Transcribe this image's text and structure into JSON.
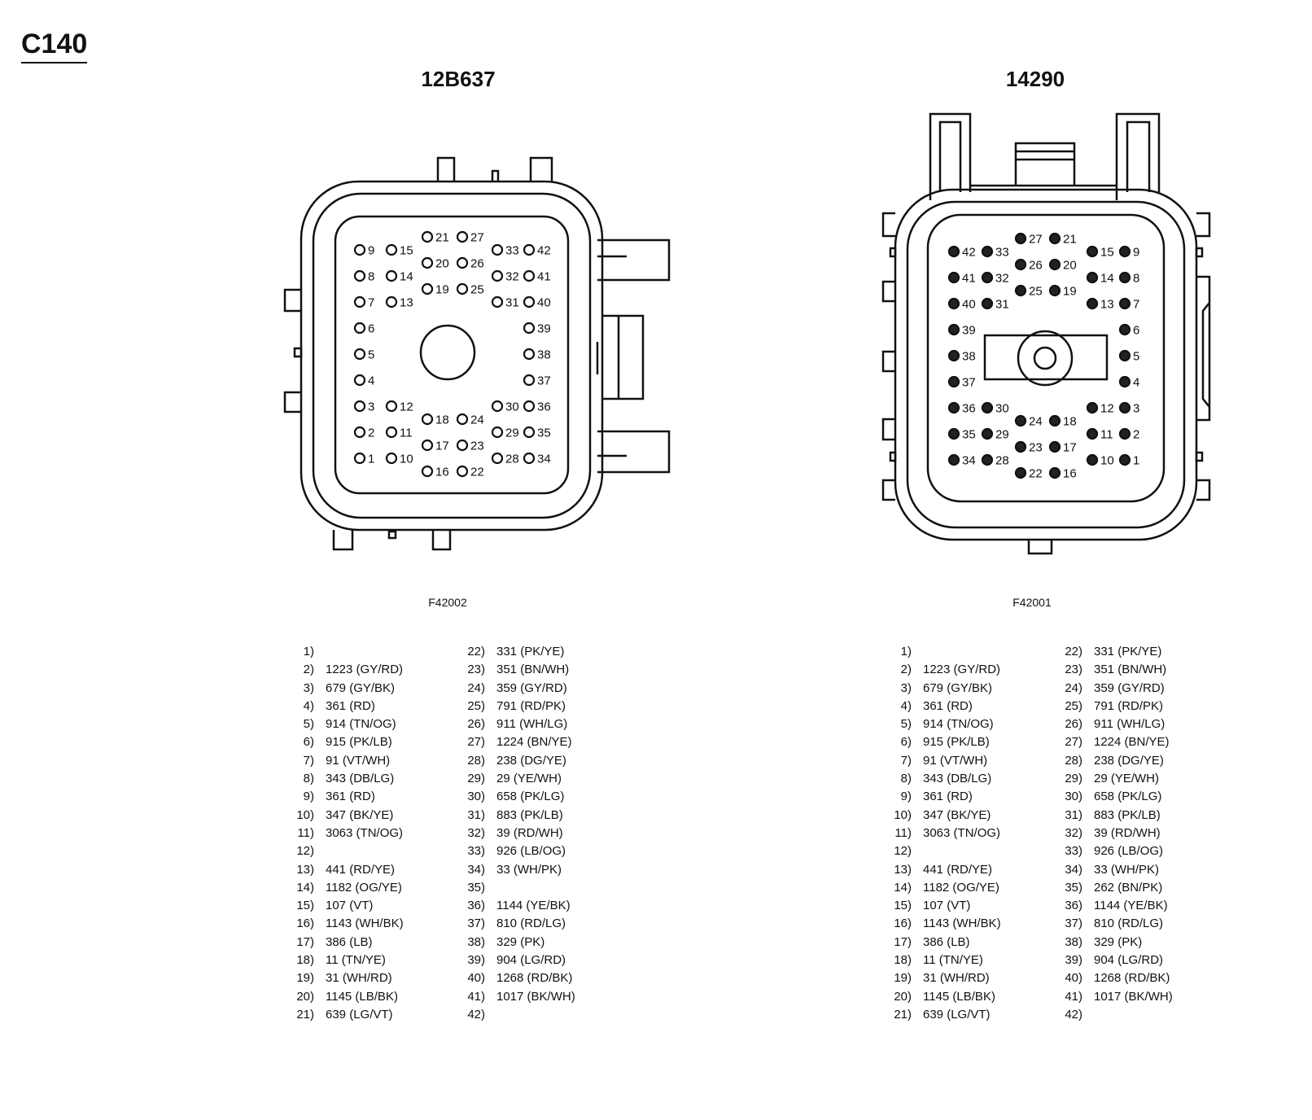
{
  "page": {
    "title": "C140"
  },
  "connectors": [
    {
      "title": "12B637",
      "figure_id": "F42002",
      "pin_style": "open",
      "pins": [
        {
          "n": "1",
          "w": ""
        },
        {
          "n": "2",
          "w": "1223 (GY/RD)"
        },
        {
          "n": "3",
          "w": "679 (GY/BK)"
        },
        {
          "n": "4",
          "w": "361 (RD)"
        },
        {
          "n": "5",
          "w": "914 (TN/OG)"
        },
        {
          "n": "6",
          "w": "915 (PK/LB)"
        },
        {
          "n": "7",
          "w": "91 (VT/WH)"
        },
        {
          "n": "8",
          "w": "343 (DB/LG)"
        },
        {
          "n": "9",
          "w": "361 (RD)"
        },
        {
          "n": "10",
          "w": "347 (BK/YE)"
        },
        {
          "n": "11",
          "w": "3063 (TN/OG)"
        },
        {
          "n": "12",
          "w": ""
        },
        {
          "n": "13",
          "w": "441 (RD/YE)"
        },
        {
          "n": "14",
          "w": "1182 (OG/YE)"
        },
        {
          "n": "15",
          "w": "107 (VT)"
        },
        {
          "n": "16",
          "w": "1143 (WH/BK)"
        },
        {
          "n": "17",
          "w": "386 (LB)"
        },
        {
          "n": "18",
          "w": "11 (TN/YE)"
        },
        {
          "n": "19",
          "w": "31 (WH/RD)"
        },
        {
          "n": "20",
          "w": "1145 (LB/BK)"
        },
        {
          "n": "21",
          "w": "639 (LG/VT)"
        },
        {
          "n": "22",
          "w": "331 (PK/YE)"
        },
        {
          "n": "23",
          "w": "351 (BN/WH)"
        },
        {
          "n": "24",
          "w": "359 (GY/RD)"
        },
        {
          "n": "25",
          "w": "791 (RD/PK)"
        },
        {
          "n": "26",
          "w": "911 (WH/LG)"
        },
        {
          "n": "27",
          "w": "1224 (BN/YE)"
        },
        {
          "n": "28",
          "w": "238 (DG/YE)"
        },
        {
          "n": "29",
          "w": "29 (YE/WH)"
        },
        {
          "n": "30",
          "w": "658 (PK/LG)"
        },
        {
          "n": "31",
          "w": "883 (PK/LB)"
        },
        {
          "n": "32",
          "w": "39 (RD/WH)"
        },
        {
          "n": "33",
          "w": "926 (LB/OG)"
        },
        {
          "n": "34",
          "w": "33 (WH/PK)"
        },
        {
          "n": "35",
          "w": ""
        },
        {
          "n": "36",
          "w": "1144 (YE/BK)"
        },
        {
          "n": "37",
          "w": "810 (RD/LG)"
        },
        {
          "n": "38",
          "w": "329 (PK)"
        },
        {
          "n": "39",
          "w": "904 (LG/RD)"
        },
        {
          "n": "40",
          "w": "1268 (RD/BK)"
        },
        {
          "n": "41",
          "w": "1017 (BK/WH)"
        },
        {
          "n": "42",
          "w": ""
        }
      ]
    },
    {
      "title": "14290",
      "figure_id": "F42001",
      "pin_style": "filled",
      "pins": [
        {
          "n": "1",
          "w": ""
        },
        {
          "n": "2",
          "w": "1223 (GY/RD)"
        },
        {
          "n": "3",
          "w": "679 (GY/BK)"
        },
        {
          "n": "4",
          "w": "361 (RD)"
        },
        {
          "n": "5",
          "w": "914 (TN/OG)"
        },
        {
          "n": "6",
          "w": "915 (PK/LB)"
        },
        {
          "n": "7",
          "w": "91 (VT/WH)"
        },
        {
          "n": "8",
          "w": "343 (DB/LG)"
        },
        {
          "n": "9",
          "w": "361 (RD)"
        },
        {
          "n": "10",
          "w": "347 (BK/YE)"
        },
        {
          "n": "11",
          "w": "3063 (TN/OG)"
        },
        {
          "n": "12",
          "w": ""
        },
        {
          "n": "13",
          "w": "441 (RD/YE)"
        },
        {
          "n": "14",
          "w": "1182 (OG/YE)"
        },
        {
          "n": "15",
          "w": "107 (VT)"
        },
        {
          "n": "16",
          "w": "1143 (WH/BK)"
        },
        {
          "n": "17",
          "w": "386 (LB)"
        },
        {
          "n": "18",
          "w": "11 (TN/YE)"
        },
        {
          "n": "19",
          "w": "31 (WH/RD)"
        },
        {
          "n": "20",
          "w": "1145 (LB/BK)"
        },
        {
          "n": "21",
          "w": "639 (LG/VT)"
        },
        {
          "n": "22",
          "w": "331 (PK/YE)"
        },
        {
          "n": "23",
          "w": "351 (BN/WH)"
        },
        {
          "n": "24",
          "w": "359 (GY/RD)"
        },
        {
          "n": "25",
          "w": "791 (RD/PK)"
        },
        {
          "n": "26",
          "w": "911 (WH/LG)"
        },
        {
          "n": "27",
          "w": "1224 (BN/YE)"
        },
        {
          "n": "28",
          "w": "238 (DG/YE)"
        },
        {
          "n": "29",
          "w": "29 (YE/WH)"
        },
        {
          "n": "30",
          "w": "658 (PK/LG)"
        },
        {
          "n": "31",
          "w": "883 (PK/LB)"
        },
        {
          "n": "32",
          "w": "39 (RD/WH)"
        },
        {
          "n": "33",
          "w": "926 (LB/OG)"
        },
        {
          "n": "34",
          "w": "33 (WH/PK)"
        },
        {
          "n": "35",
          "w": "262 (BN/PK)"
        },
        {
          "n": "36",
          "w": "1144 (YE/BK)"
        },
        {
          "n": "37",
          "w": "810 (RD/LG)"
        },
        {
          "n": "38",
          "w": "329 (PK)"
        },
        {
          "n": "39",
          "w": "904 (LG/RD)"
        },
        {
          "n": "40",
          "w": "1268 (RD/BK)"
        },
        {
          "n": "41",
          "w": "1017 (BK/WH)"
        },
        {
          "n": "42",
          "w": ""
        }
      ]
    }
  ]
}
